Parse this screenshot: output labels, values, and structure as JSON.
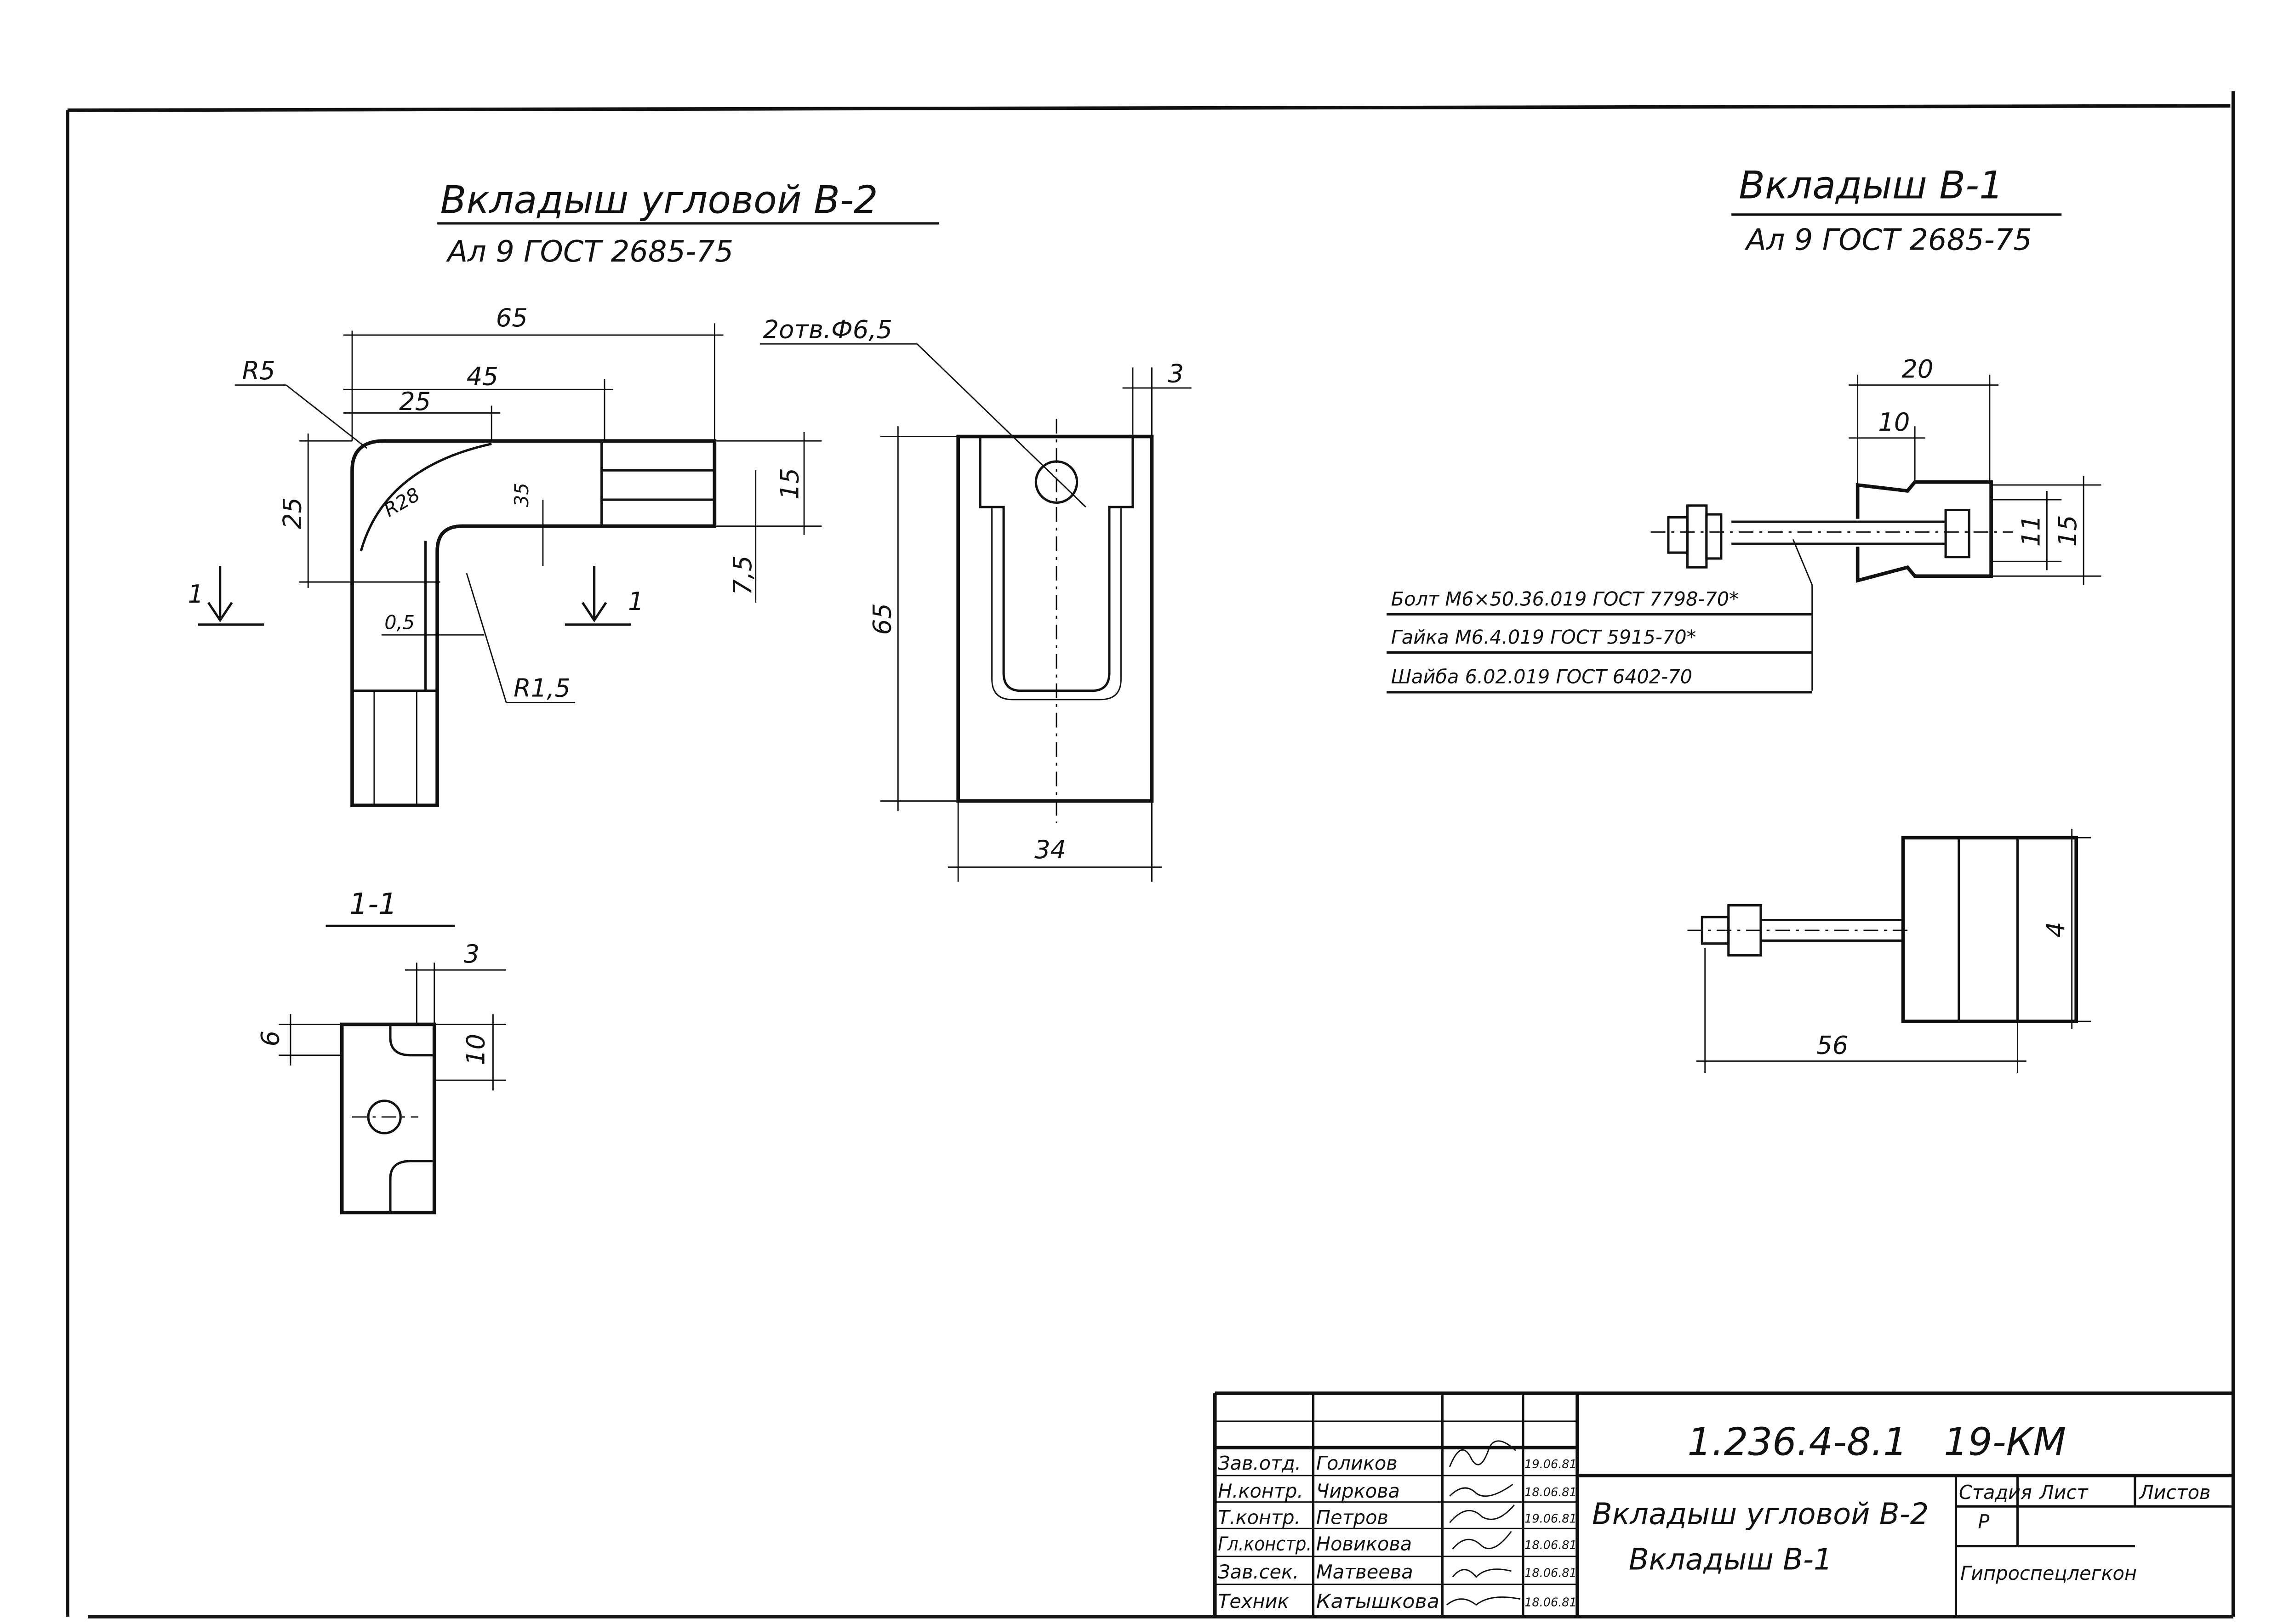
{
  "drawing": {
    "left_title": "Вкладыш угловой В-2",
    "left_material": "Ал 9 ГОСТ 2685-75",
    "right_title": "Вкладыш В-1",
    "right_material": "Ал 9 ГОСТ 2685-75",
    "corner_dims": {
      "d65": "65",
      "d45": "45",
      "d25h": "25",
      "d25v": "25",
      "r5": "R5",
      "r28": "R28",
      "d05": "0,5",
      "r15": "R1,5",
      "d35": "35",
      "d15": "15",
      "d75": "7,5",
      "sec1a": "1",
      "sec1b": "1"
    },
    "front_dims": {
      "holes": "2отв.Ф6,5",
      "d3": "3",
      "d65": "65",
      "d34": "34"
    },
    "section": {
      "label": "1-1",
      "d3": "3",
      "d6": "6",
      "d10": "10"
    },
    "b1_dims": {
      "d20": "20",
      "d10": "10",
      "d11": "11",
      "d15": "15",
      "d56": "56",
      "d4": "4"
    },
    "parts": [
      "Болт М6×50.36.019 ГОСТ 7798-70*",
      "Гайка М6.4.019 ГОСТ 5915-70*",
      "Шайба 6.02.019 ГОСТ 6402-70"
    ]
  },
  "title_block": {
    "code": "1.236.4-8.1   19-КМ",
    "name_line1": "Вкладыш угловой В-2",
    "name_line2": "Вкладыш В-1",
    "stage_header": "Стадия",
    "sheet_header": "Лист",
    "sheets_header": "Листов",
    "stage_value": "Р",
    "organization": "Гипроспецлегкон",
    "signers": [
      {
        "role": "Зав.отд.",
        "name": "Голиков",
        "date": "19.06.81"
      },
      {
        "role": "Н.контр.",
        "name": "Чиркова",
        "date": "18.06.81"
      },
      {
        "role": "Т.контр.",
        "name": "Петров",
        "date": "19.06.81"
      },
      {
        "role": "Гл.констр.",
        "name": "Новикова",
        "date": "18.06.81"
      },
      {
        "role": "Зав.сек.",
        "name": "Матвеева",
        "date": "18.06.81"
      },
      {
        "role": "Техник",
        "name": "Катышкова",
        "date": "18.06.81"
      }
    ]
  }
}
